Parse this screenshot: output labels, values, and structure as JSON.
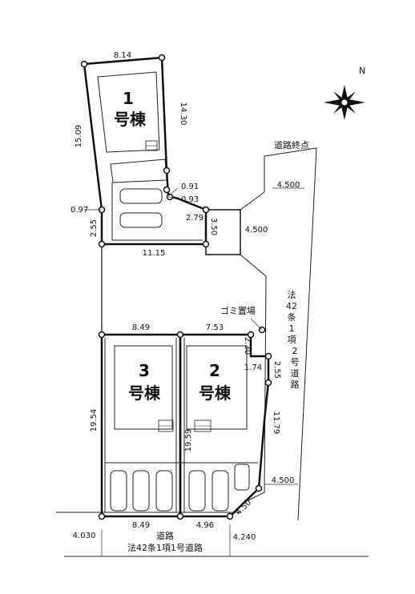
{
  "north": "N",
  "buildings": [
    {
      "num": "1",
      "label": "号棟"
    },
    {
      "num": "2",
      "label": "号棟"
    },
    {
      "num": "3",
      "label": "号棟"
    }
  ],
  "dims": {
    "lot1_top": "8.14",
    "lot1_left": "15.09",
    "lot1_right": "14.30",
    "d091": "0.91",
    "d093": "0.93",
    "d097": "0.97",
    "d255a": "2.55",
    "d279": "2.79",
    "d350": "3.50",
    "d1115": "11.15",
    "d849a": "8.49",
    "d753": "7.53",
    "d230": "2.30",
    "d174": "1.74",
    "d255b": "2.55",
    "d1954": "19.54",
    "d1959": "19.59",
    "d1179": "11.79",
    "d450": "4.50",
    "d849b": "8.49",
    "d496": "4.96",
    "r4500a": "4.500",
    "r4500b": "4.500",
    "r4500c": "4.500",
    "r4030": "4.030",
    "r4240": "4.240"
  },
  "labels": {
    "road_end": "道路終点",
    "gomi": "ゴミ置場",
    "side_road_chars": [
      "法",
      "42",
      "条",
      "1",
      "項",
      "2",
      "号",
      "道",
      "路"
    ],
    "bottom_road_1": "道路",
    "bottom_road_2": "法42条1項1号道路"
  }
}
